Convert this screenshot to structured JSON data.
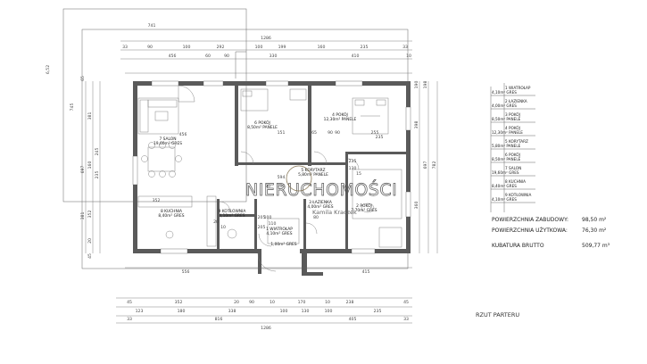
{
  "drawing_title": "RZUT PARTERU",
  "watermark": {
    "brand": "NIERUCHOMOŚCI",
    "sub": "Kamila Kraczek"
  },
  "dimensions": {
    "outer_top": "741",
    "outer_left": "745",
    "outer_left_small": "6,52",
    "top_total": "1286",
    "top_row1": [
      "33",
      "90",
      "100",
      "292",
      "100",
      "199",
      "160",
      "235",
      "33"
    ],
    "top_row2": [
      "456",
      "60",
      "90",
      "330",
      "410",
      "10"
    ],
    "bottom_row1": [
      "45",
      "352",
      "20",
      "90",
      "10",
      "170",
      "10",
      "238",
      "45"
    ],
    "bottom_row2": [
      "123",
      "180",
      "338",
      "100",
      "130",
      "100",
      "235"
    ],
    "bottom_row3": [
      "33",
      "816",
      "405",
      "33"
    ],
    "bottom_total": "1286",
    "bottom_inner": [
      "556",
      "415"
    ],
    "left_vertical": [
      "65",
      "381",
      "245",
      "160",
      "235",
      "697",
      "352",
      "381",
      "20",
      "45"
    ],
    "right_vertical": [
      "398",
      "360",
      "697",
      "782",
      "190",
      "198"
    ],
    "interior": [
      "456",
      "352",
      "594",
      "90",
      "100",
      "100",
      "151",
      "65",
      "90",
      "90",
      "255",
      "235",
      "205",
      "205",
      "110",
      "80",
      "235",
      "130",
      "15",
      "20",
      "10"
    ]
  },
  "rooms": [
    {
      "num": "7",
      "name": "SALON",
      "area": "19,60m²",
      "finish": "GRES"
    },
    {
      "num": "8",
      "name": "KUCHNIA",
      "area": "8,40m²",
      "finish": "GRES"
    },
    {
      "num": "6",
      "name": "POKÓJ",
      "area": "8,50m²",
      "finish": "PANELE"
    },
    {
      "num": "4",
      "name": "POKÓJ",
      "area": "12,30m²",
      "finish": "PANELE"
    },
    {
      "num": "5",
      "name": "KORYTARZ",
      "area": "5,80m²",
      "finish": "PANELE"
    },
    {
      "num": "9",
      "name": "KOTŁOWNIA",
      "area": "4,10m²",
      "finish": "GRES"
    },
    {
      "num": "3",
      "name": "ŁAZIENKA",
      "area": "4,00m²",
      "finish": "GRES"
    },
    {
      "num": "2",
      "name": "POKÓJ",
      "area": "7,70m²",
      "finish": "GRES"
    },
    {
      "num": "1",
      "name": "WIATROŁAP",
      "area": "4,10m²",
      "finish": "GRES"
    },
    {
      "num": "",
      "name": "",
      "area": "1,00m²",
      "finish": "GRES"
    }
  ],
  "legend": [
    {
      "num": "1",
      "name": "WIATROŁAP",
      "area": "4,10m²",
      "finish": "GRES"
    },
    {
      "num": "2",
      "name": "ŁAZIENKA",
      "area": "4,00m²",
      "finish": "GRES"
    },
    {
      "num": "3",
      "name": "POKÓJ",
      "area": "8,50m²",
      "finish": "PANELE"
    },
    {
      "num": "4",
      "name": "POKÓJ",
      "area": "12,30m²",
      "finish": "PANELE"
    },
    {
      "num": "5",
      "name": "KORYTARZ",
      "area": "5,80m²",
      "finish": "PANELE"
    },
    {
      "num": "6",
      "name": "POKÓJ",
      "area": "8,50m²",
      "finish": "PANELE"
    },
    {
      "num": "7",
      "name": "SALON",
      "area": "19,60m²",
      "finish": "GRES"
    },
    {
      "num": "8",
      "name": "KUCHNIA",
      "area": "8,40m²",
      "finish": "GRES"
    },
    {
      "num": "9",
      "name": "KOTŁOWNIA",
      "area": "4,10m²",
      "finish": "GRES"
    }
  ],
  "summary": [
    {
      "label": "POWIERZCHNIA ZABUDOWY:",
      "value": "98,50 m²"
    },
    {
      "label": "POWIERZCHNIA UŻYTKOWA:",
      "value": "76,30 m²"
    },
    {
      "label": "KUBATURA BRUTTO",
      "value": "509,77 m³"
    }
  ]
}
